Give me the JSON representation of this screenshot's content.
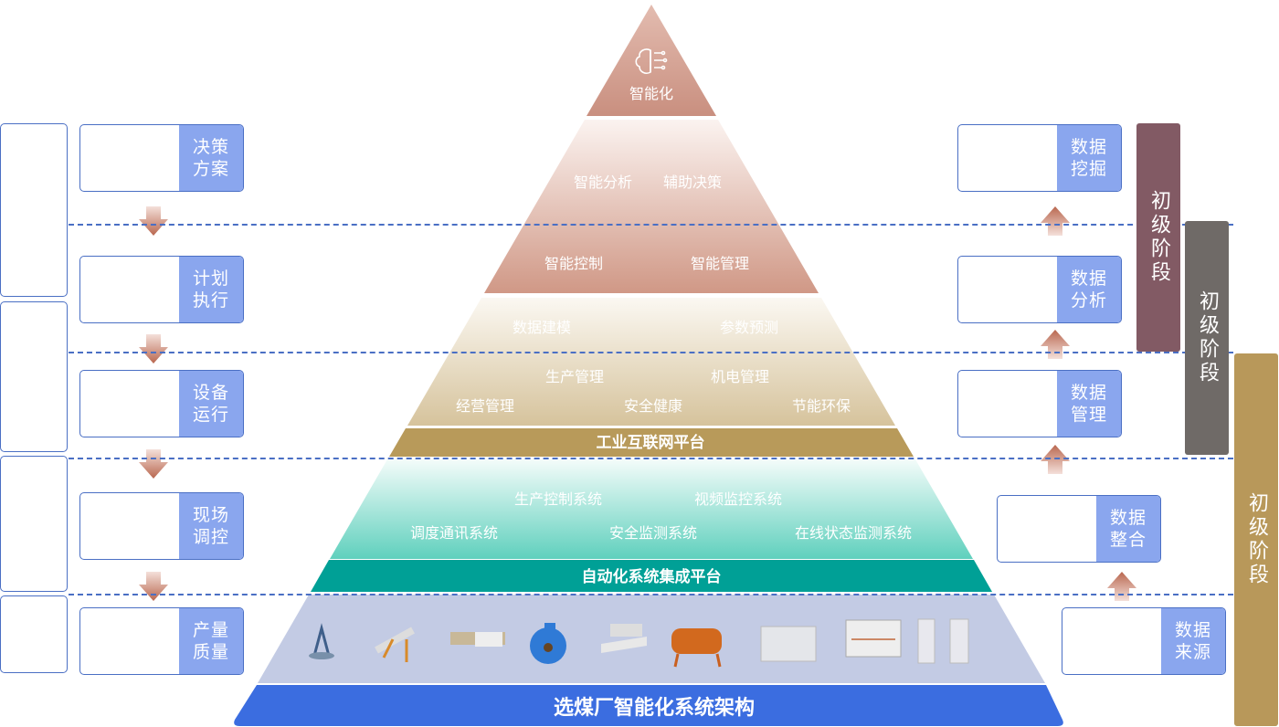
{
  "pyramid": {
    "top": "智能化",
    "level2": [
      "智能分析",
      "辅助决策",
      "智能控制",
      "智能管理"
    ],
    "level3": [
      "数据建模",
      "参数预测",
      "生产管理",
      "机电管理",
      "经营管理",
      "安全健康",
      "节能环保"
    ],
    "band1": "工业互联网平台",
    "level4": [
      "生产控制系统",
      "视频监控系统",
      "调度通讯系统",
      "安全监测系统",
      "在线状态监测系统"
    ],
    "band2": "自动化系统集成平台",
    "base": "选煤厂智能化系统架构",
    "equipment": [
      "antenna-tower",
      "conveyor",
      "filter-press",
      "slurry-pump",
      "screen",
      "magnetic-separator",
      "control-cabinet",
      "switchgear",
      "electrical-cabinet"
    ]
  },
  "left": [
    "决策方案",
    "计划执行",
    "设备运行",
    "现场调控",
    "产量质量"
  ],
  "right": [
    "数据挖掘",
    "数据分析",
    "数据管理",
    "数据整合",
    "数据来源"
  ],
  "stages": [
    "初级阶段",
    "初级阶段",
    "初级阶段"
  ],
  "colors": {
    "blue_label": "#8aa6ee",
    "base": "#3b6de0",
    "teal": "#00a096",
    "gold": "#b89a5a",
    "maroon": "#825a64",
    "gray": "#6f6a67"
  }
}
